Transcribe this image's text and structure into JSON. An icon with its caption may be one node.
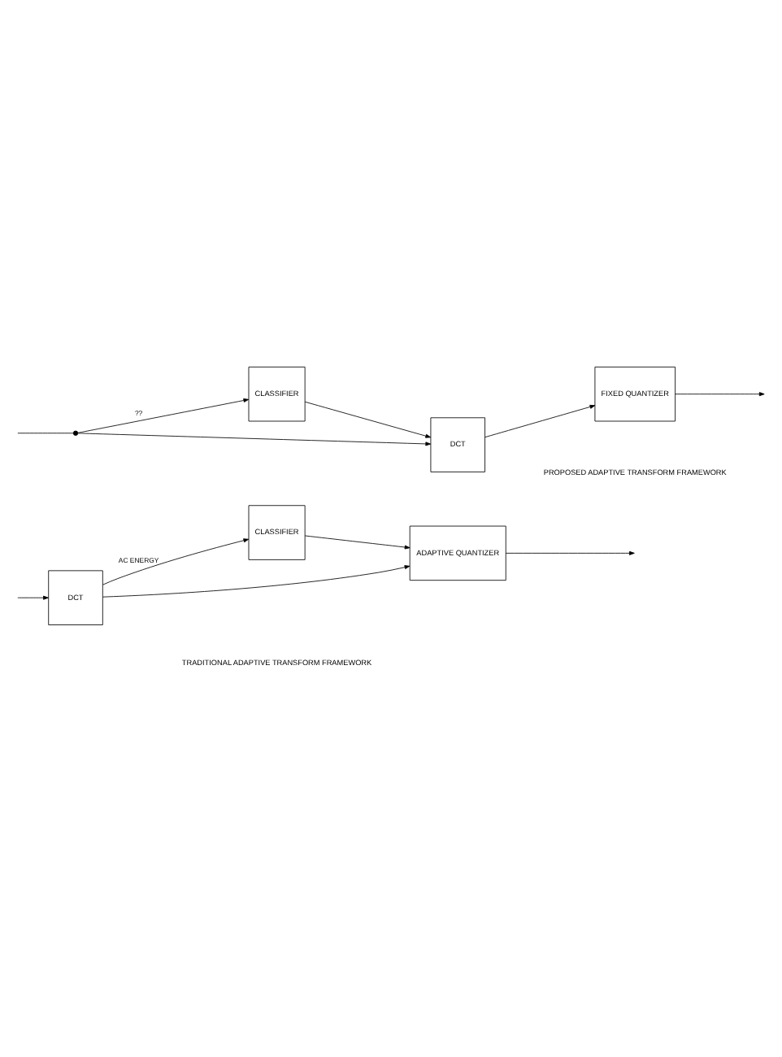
{
  "diagram": {
    "nodes": [
      {
        "text": [
          "CLASSIFIER"
        ]
      },
      {
        "text": [
          "DCT"
        ]
      },
      {
        "text": [
          "ADAPTIVE QUANTIZER"
        ]
      },
      {
        "text": [
          "CLASSIFIER"
        ]
      },
      {
        "text": [
          "DCT"
        ]
      },
      {
        "text": [
          "FIXED QUANTIZER"
        ]
      },
      {
        "text": [],
        "shape": "circle"
      }
    ],
    "edges": [
      {
        "from": null,
        "to": 1,
        "arrow": "to"
      },
      {
        "from": 1,
        "to": 0,
        "arrow": "to",
        "label": "AC ENERGY"
      },
      {
        "from": 0,
        "to": 2,
        "arrow": "to"
      },
      {
        "from": 1,
        "to": 2,
        "arrow": "to"
      },
      {
        "from": 2,
        "to": null,
        "arrow": "to"
      },
      {
        "from": null,
        "to": 6,
        "arrow": "none"
      },
      {
        "from": 6,
        "to": 3,
        "arrow": "to",
        "label": "??"
      },
      {
        "from": 6,
        "to": 4,
        "arrow": "to"
      },
      {
        "from": 3,
        "to": 4,
        "arrow": "to"
      },
      {
        "from": 4,
        "to": 5,
        "arrow": "to"
      },
      {
        "from": 5,
        "to": null,
        "arrow": "to"
      }
    ],
    "labels": [
      "TRADITIONAL ADAPTIVE TRANSFORM FRAMEWORK",
      "PROPOSED ADAPTIVE TRANSFORM FRAMEWORK"
    ]
  }
}
